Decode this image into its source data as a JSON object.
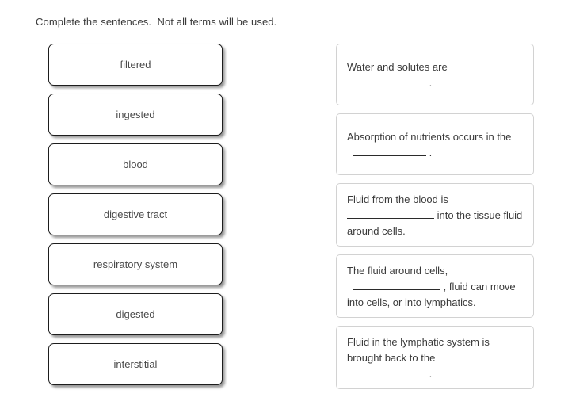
{
  "instruction": "Complete the sentences.  Not all terms will be used.",
  "colors": {
    "tile_border": "#1d1d1d",
    "card_border": "#d2d2d2",
    "text": "#3a3a3a",
    "tile_text": "#4a4a4a",
    "background": "#ffffff"
  },
  "terms": [
    {
      "label": "filtered"
    },
    {
      "label": "ingested"
    },
    {
      "label": "blood"
    },
    {
      "label": "digestive tract"
    },
    {
      "label": "respiratory system"
    },
    {
      "label": "digested"
    },
    {
      "label": "interstitial"
    }
  ],
  "sentences": [
    {
      "lines": [
        {
          "text": "Water and solutes are",
          "blank": false,
          "indented": false
        },
        {
          "text": " .",
          "blank": true,
          "blank_width": "short",
          "indented": true
        }
      ]
    },
    {
      "lines": [
        {
          "text": "Absorption of nutrients occurs in the",
          "blank": false,
          "indented": false
        },
        {
          "text": " .",
          "blank": true,
          "blank_width": "short",
          "indented": true
        }
      ]
    },
    {
      "lines": [
        {
          "text": "Fluid from the blood is",
          "blank": false,
          "indented": false
        },
        {
          "text": " into the tissue fluid",
          "blank": true,
          "blank_width": "long",
          "indented": false
        },
        {
          "text": "around cells.",
          "blank": false,
          "indented": false
        }
      ]
    },
    {
      "lines": [
        {
          "text": "The fluid around cells,",
          "blank": false,
          "indented": false
        },
        {
          "text": " , fluid can move",
          "blank": true,
          "blank_width": "long",
          "indented": true
        },
        {
          "text": "into cells, or into lymphatics.",
          "blank": false,
          "indented": false
        }
      ]
    },
    {
      "lines": [
        {
          "text": "Fluid in the lymphatic system is",
          "blank": false,
          "indented": false
        },
        {
          "text": "brought back to the",
          "blank": false,
          "indented": false
        },
        {
          "text": " .",
          "blank": true,
          "blank_width": "short",
          "indented": true
        }
      ]
    }
  ]
}
